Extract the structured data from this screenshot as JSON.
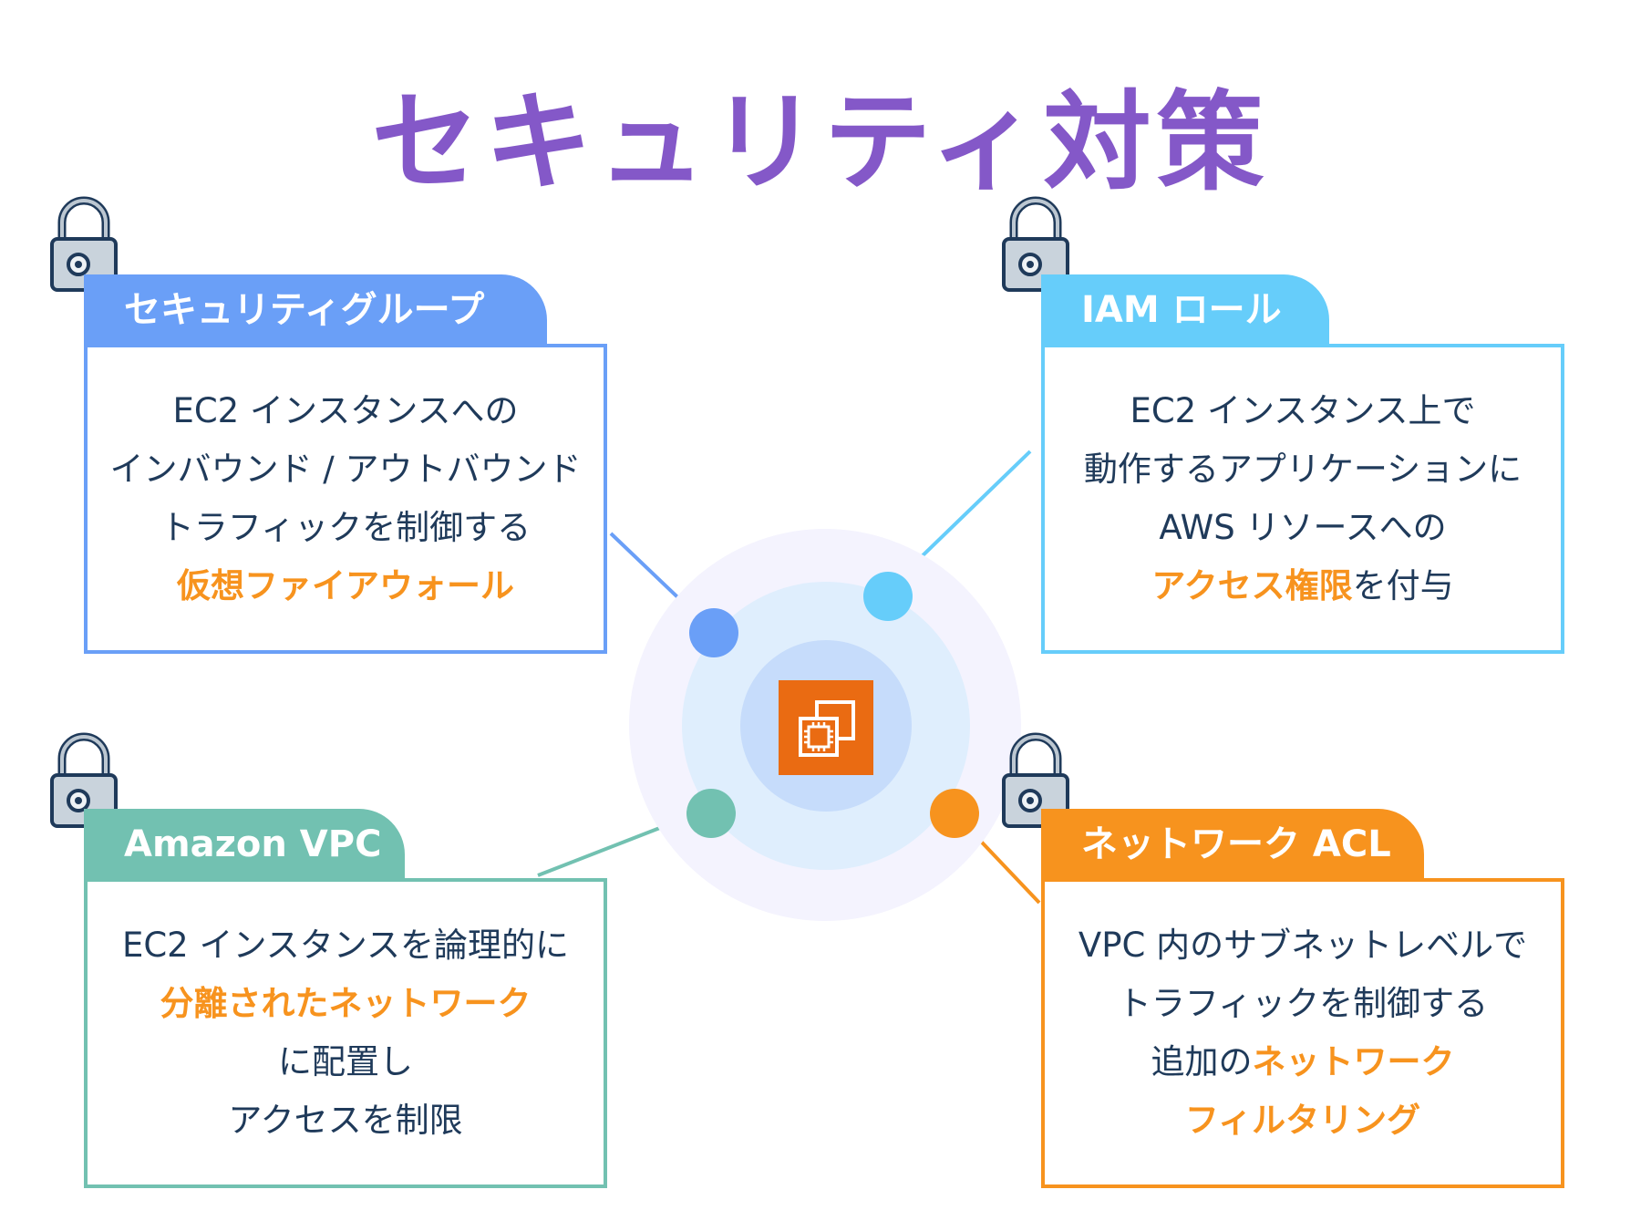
{
  "title": "セキュリティ対策",
  "colors": {
    "title": "#8458c8",
    "security_group": "#6a9ff7",
    "iam_role": "#66cdfa",
    "vpc": "#72c1b1",
    "network_acl": "#f7931e",
    "highlight": "#f7931e",
    "ec2": "#ea6b12"
  },
  "center": {
    "icon": "ec2-instance-icon"
  },
  "cards": {
    "security_group": {
      "heading": "セキュリティグループ",
      "lines": [
        [
          {
            "t": "EC2 インスタンスへの"
          }
        ],
        [
          {
            "t": "インバウンド / アウトバウンド"
          }
        ],
        [
          {
            "t": "トラフィックを制御する"
          }
        ],
        [
          {
            "t": "仮想ファイアウォール",
            "hl": true
          }
        ]
      ]
    },
    "iam_role": {
      "heading": "IAM ロール",
      "lines": [
        [
          {
            "t": "EC2 インスタンス上で"
          }
        ],
        [
          {
            "t": "動作するアプリケーションに"
          }
        ],
        [
          {
            "t": "AWS リソースへの"
          }
        ],
        [
          {
            "t": "アクセス権限",
            "hl": true
          },
          {
            "t": "を付与"
          }
        ]
      ]
    },
    "vpc": {
      "heading": "Amazon VPC",
      "lines": [
        [
          {
            "t": "EC2 インスタンスを論理的に"
          }
        ],
        [
          {
            "t": "分離されたネットワーク",
            "hl": true
          }
        ],
        [
          {
            "t": "に配置し"
          }
        ],
        [
          {
            "t": "アクセスを制限"
          }
        ]
      ]
    },
    "network_acl": {
      "heading": "ネットワーク ACL",
      "lines": [
        [
          {
            "t": "VPC 内のサブネットレベルで"
          }
        ],
        [
          {
            "t": "トラフィックを制御する"
          }
        ],
        [
          {
            "t": "追加の"
          },
          {
            "t": "ネットワーク",
            "hl": true
          }
        ],
        [
          {
            "t": "フィルタリング",
            "hl": true
          }
        ]
      ]
    }
  }
}
